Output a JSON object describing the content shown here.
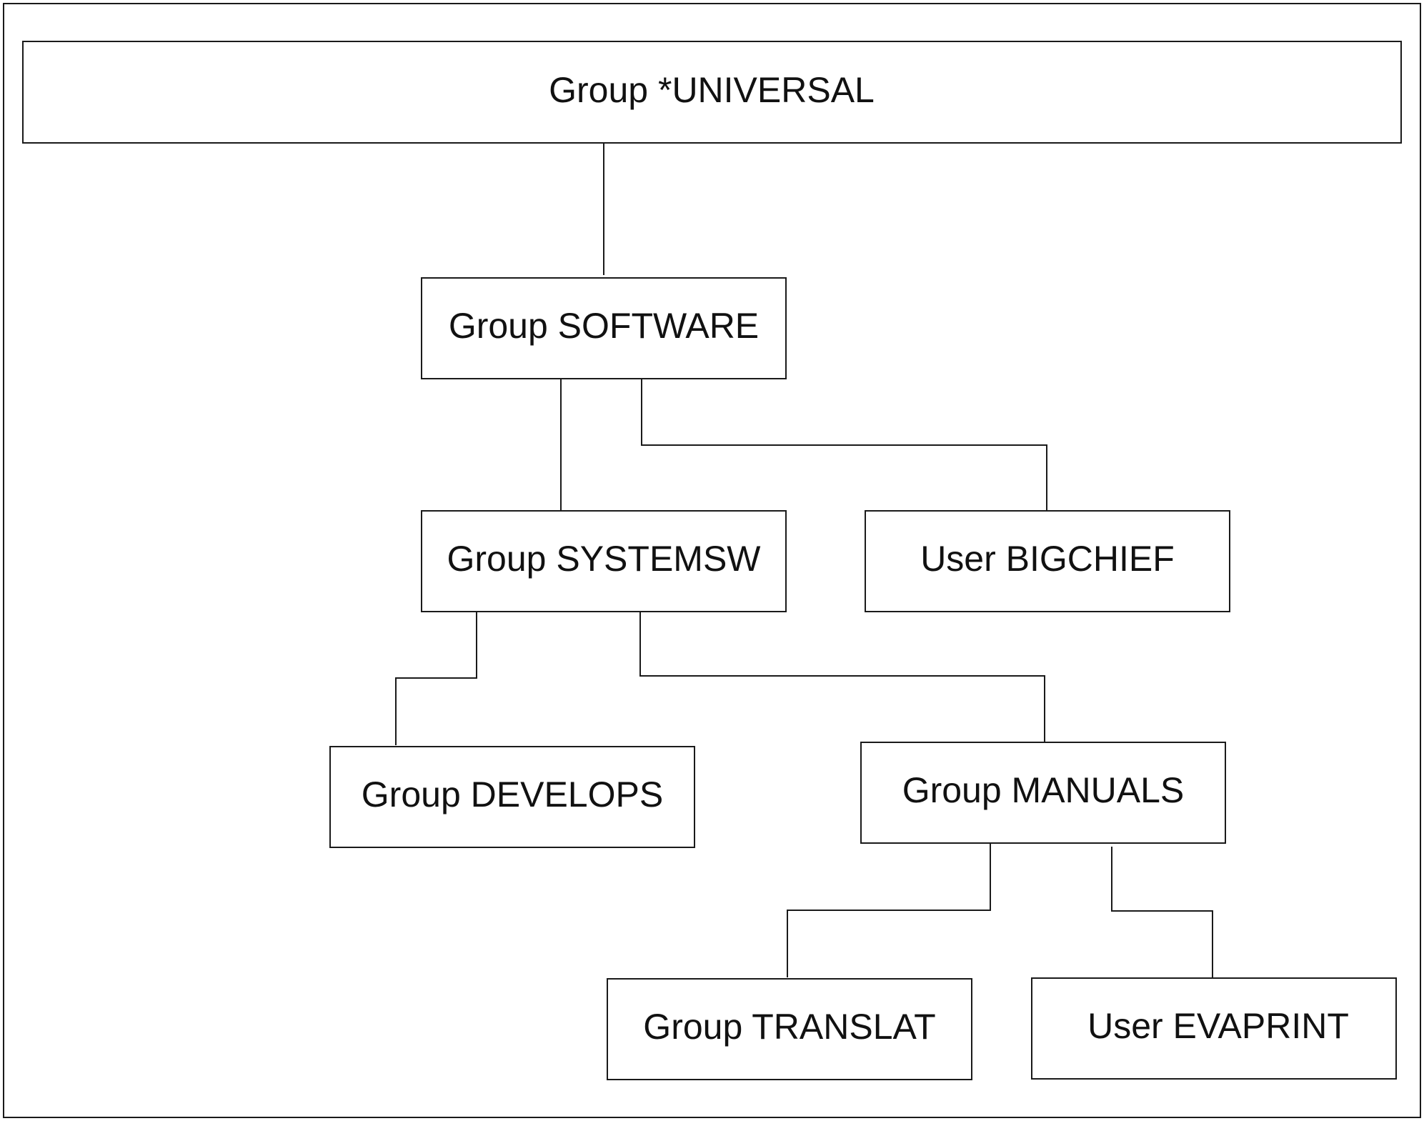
{
  "diagram": {
    "type": "hierarchy",
    "nodes": [
      {
        "id": "universal",
        "label": "Group *UNIVERSAL",
        "kind": "group"
      },
      {
        "id": "software",
        "label": "Group SOFTWARE",
        "kind": "group"
      },
      {
        "id": "systemsw",
        "label": "Group SYSTEMSW",
        "kind": "group"
      },
      {
        "id": "bigchief",
        "label": "User BIGCHIEF",
        "kind": "user"
      },
      {
        "id": "develops",
        "label": "Group DEVELOPS",
        "kind": "group"
      },
      {
        "id": "manuals",
        "label": "Group MANUALS",
        "kind": "group"
      },
      {
        "id": "translat",
        "label": "Group TRANSLAT",
        "kind": "group"
      },
      {
        "id": "evaprint",
        "label": "User EVAPRINT",
        "kind": "user"
      }
    ],
    "edges": [
      {
        "from": "universal",
        "to": "software"
      },
      {
        "from": "software",
        "to": "systemsw"
      },
      {
        "from": "software",
        "to": "bigchief"
      },
      {
        "from": "systemsw",
        "to": "develops"
      },
      {
        "from": "systemsw",
        "to": "manuals"
      },
      {
        "from": "manuals",
        "to": "translat"
      },
      {
        "from": "manuals",
        "to": "evaprint"
      }
    ]
  }
}
